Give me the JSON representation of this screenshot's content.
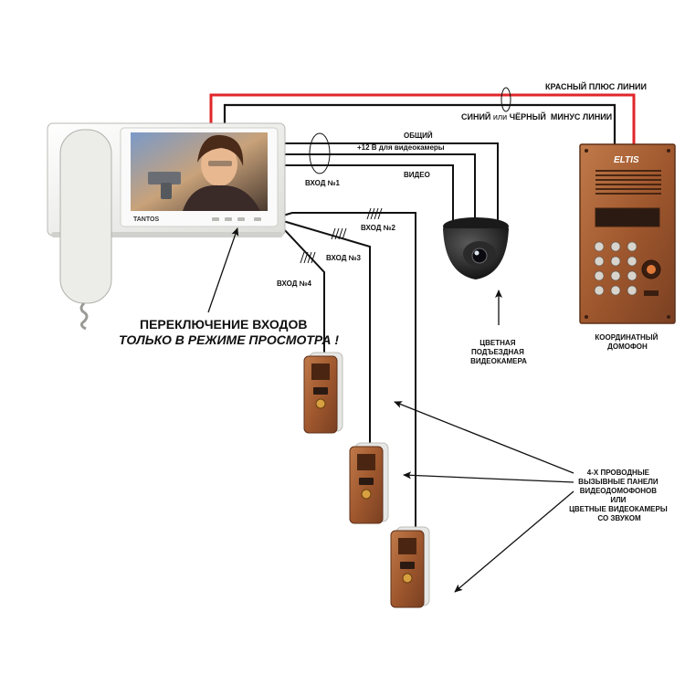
{
  "labels": {
    "red_plus": "КРАСНЫЙ ПЛЮС ЛИНИИ",
    "minus_line_a": "СИНИЙ",
    "minus_line_b": " или ",
    "minus_line_c": "ЧЁРНЫЙ",
    "minus_line_d": "  МИНУС ЛИНИИ",
    "common": "ОБЩИЙ",
    "plus12": "+12 В для видеокамеры",
    "video": "ВИДЕО",
    "input1": "ВХОД №1",
    "input2": "ВХОД №2",
    "input3": "ВХОД №3",
    "input4": "ВХОД №4",
    "switch_line1": "ПЕРЕКЛЮЧЕНИЕ  ВХОДОВ",
    "switch_line2": "ТОЛЬКО В РЕЖИМЕ ПРОСМОТРА !",
    "camera_label": [
      "ЦВЕТНАЯ",
      "ПОДЪЕЗДНАЯ",
      "ВИДЕОКАМЕРА"
    ],
    "intercom_label": [
      "КООРДИНАТНЫЙ",
      "ДОМОФОН"
    ],
    "panels_label": [
      "4-Х ПРОВОДНЫЕ",
      "ВЫЗЫВНЫЕ ПАНЕЛИ",
      "ВИДЕОДОМОФОНОВ",
      "ИЛИ",
      "ЦВЕТНЫЕ ВИДЕОКАМЕРЫ",
      "СО ЗВУКОМ"
    ]
  },
  "brands": {
    "monitor": "TANTOS",
    "intercom": "ELTIS"
  },
  "colors": {
    "red_wire": "#e0262a",
    "black_wire": "#111111",
    "bronze": "#a0582e",
    "bronze_dark": "#6e3a1e",
    "monitor_body": "#f1f1ef"
  }
}
